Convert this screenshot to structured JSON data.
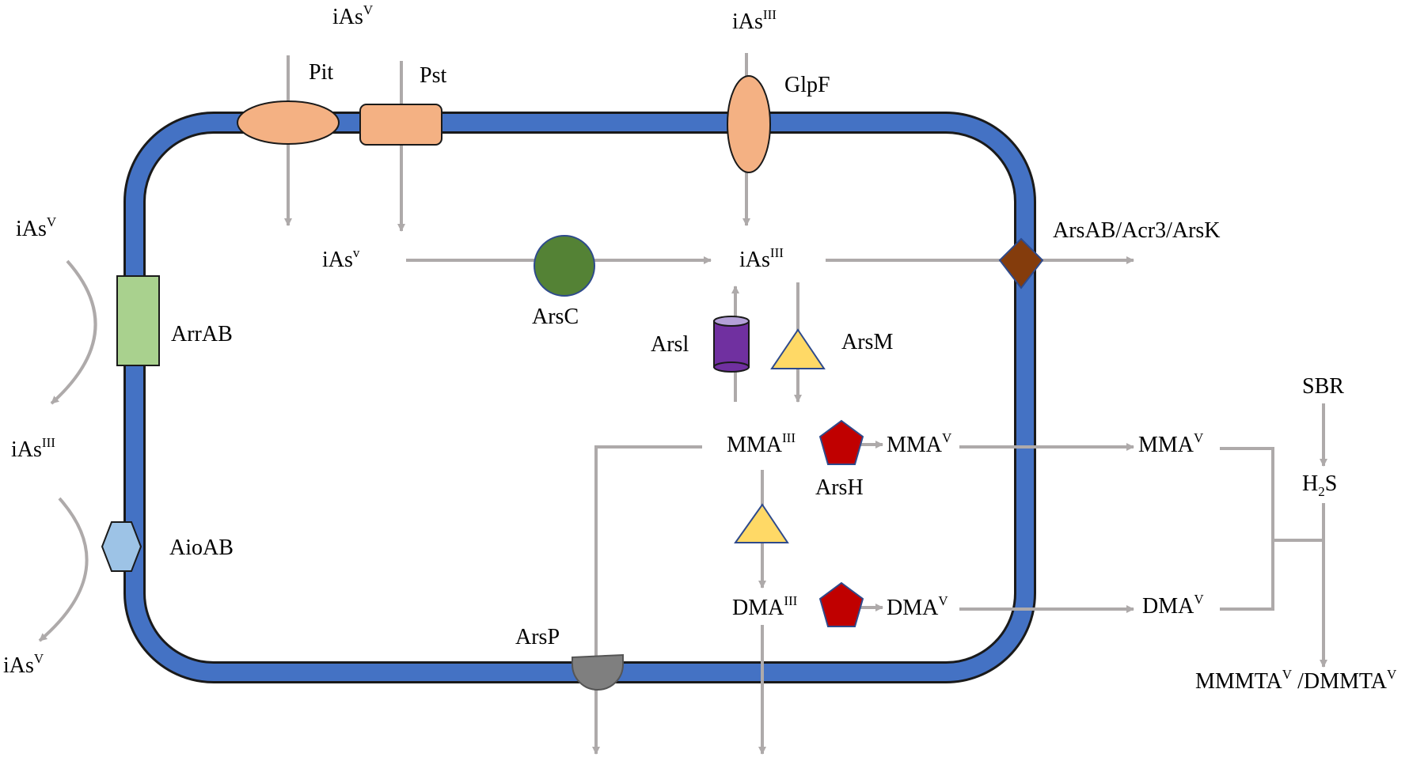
{
  "colors": {
    "membrane": "#4472c4",
    "membrane_outline": "#1a1a1a",
    "arrow": "#aeaaaa",
    "transporter_orange": "#f4b183",
    "arrab_green": "#a9d18e",
    "aioab_blue": "#9dc3e6",
    "arsc_green": "#548235",
    "arsab_brown": "#843c0c",
    "arsi_purple": "#7030a0",
    "arsm_yellow": "#ffd966",
    "arsh_red": "#c00000",
    "arsp_gray": "#7f7f7f"
  },
  "labels": {
    "iasv_top": {
      "base": "iAs",
      "sup": "V"
    },
    "iasiii_top": {
      "base": "iAs",
      "sup": "III"
    },
    "pit": "Pit",
    "pst": "Pst",
    "glpf": "GlpF",
    "iasv_left_top": {
      "base": "iAs",
      "sup": "V"
    },
    "arrab": "ArrAB",
    "iasiii_left": {
      "base": "iAs",
      "sup": "III"
    },
    "aioab": "AioAB",
    "iasv_left_bottom": {
      "base": "iAs",
      "sup": "V"
    },
    "iasv_inner": {
      "base": "iAs",
      "sup": "v"
    },
    "arsc": "ArsC",
    "iasiii_inner": {
      "base": "iAs",
      "sup": "III"
    },
    "arsab": "ArsAB/Acr3/ArsK",
    "arsi": "Arsl",
    "arsm": "ArsM",
    "mmaiii": {
      "base": "MMA",
      "sup": "III"
    },
    "arsh": "ArsH",
    "mmav_inner": {
      "base": "MMA",
      "sup": "V"
    },
    "mmav_outer": {
      "base": "MMA",
      "sup": "V"
    },
    "dmaiii": {
      "base": "DMA",
      "sup": "III"
    },
    "dmav_inner": {
      "base": "DMA",
      "sup": "V"
    },
    "dmav_outer": {
      "base": "DMA",
      "sup": "V"
    },
    "arsp": "ArsP",
    "sbr": "SBR",
    "h2s": {
      "base": "H",
      "sub": "2",
      "tail": "S"
    },
    "mmmta": {
      "base1": "MMMTA",
      "sup1": "V",
      "mid": " /DMMTA",
      "sup2": "V"
    }
  }
}
